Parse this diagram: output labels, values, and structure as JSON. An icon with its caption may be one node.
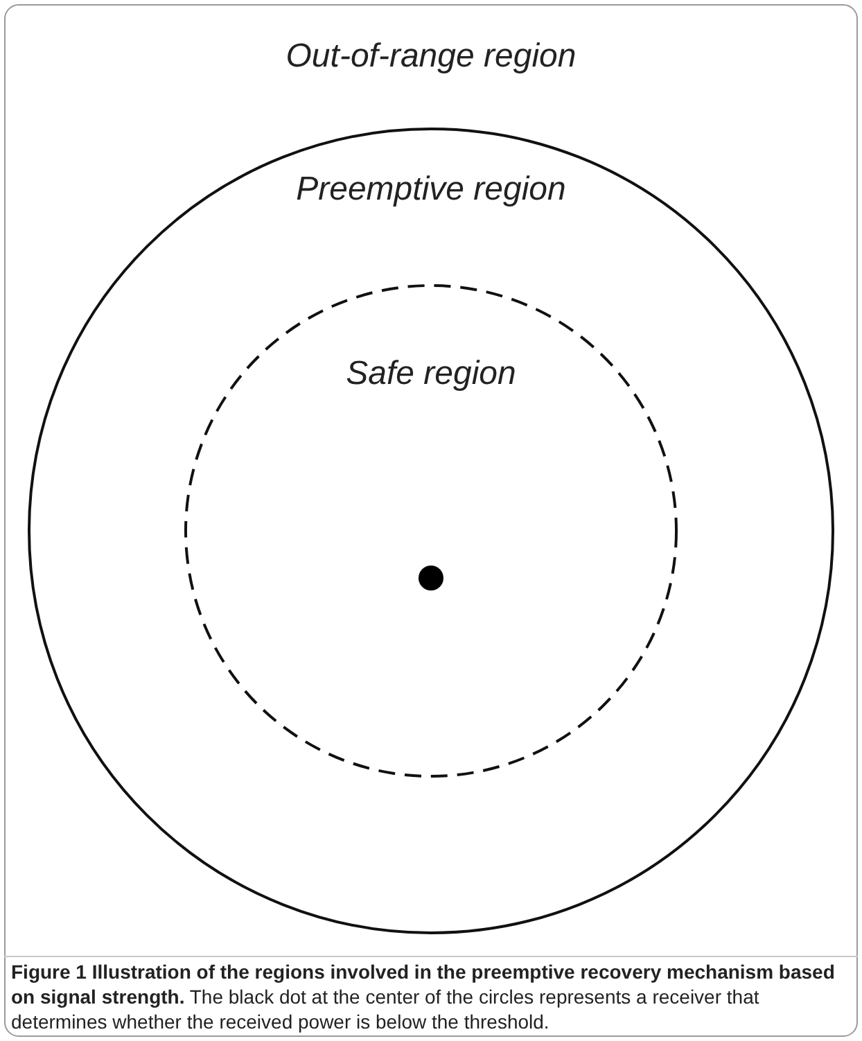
{
  "diagram": {
    "caption": "**Figure 1 Illustration of the regions involved in the preemptive recovery mechanism based on signal strength.** The black dot at the center of the circles represents a receiver that determines whether the received power is below the threshold.",
    "nodes": [
      {
        "text": [
          "Out-of-range region"
        ]
      },
      {
        "text": [
          "Preemptive region"
        ],
        "in": 0
      },
      {
        "text": [
          "Safe region"
        ],
        "in": 1
      },
      {
        "text": [],
        "shape": "circle",
        "in": 2
      }
    ]
  }
}
